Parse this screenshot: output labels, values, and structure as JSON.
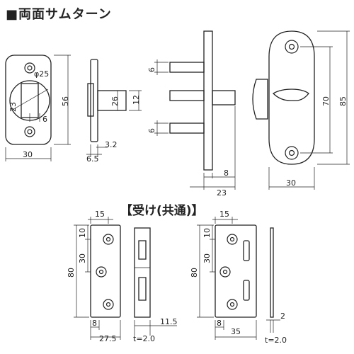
{
  "title": "■両面サムターン",
  "subtitle": "【受け(共通)】",
  "dims": {
    "front_diam": "φ25",
    "front_23": "23",
    "front_56": "56",
    "front_6": "6",
    "front_30": "30",
    "side_26": "26",
    "side_12": "12",
    "side_3_2": "3.2",
    "side_6_5": "6.5",
    "mid_6a": "6",
    "mid_6b": "6",
    "mid_8": "8",
    "mid_23": "23",
    "plate_70": "70",
    "plate_85": "85",
    "plate_30": "30",
    "s1_15": "15",
    "s1_10": "10",
    "s1_30": "30",
    "s1_80": "80",
    "s1_8": "8",
    "s1_27_5": "27.5",
    "s1_11_5": "11.5",
    "s1_t": "t=2.0",
    "s2_15": "15",
    "s2_10": "10",
    "s2_30": "30",
    "s2_80": "80",
    "s2_8": "8",
    "s2_35": "35",
    "s2_2": "2",
    "s2_t": "t=2.0"
  }
}
